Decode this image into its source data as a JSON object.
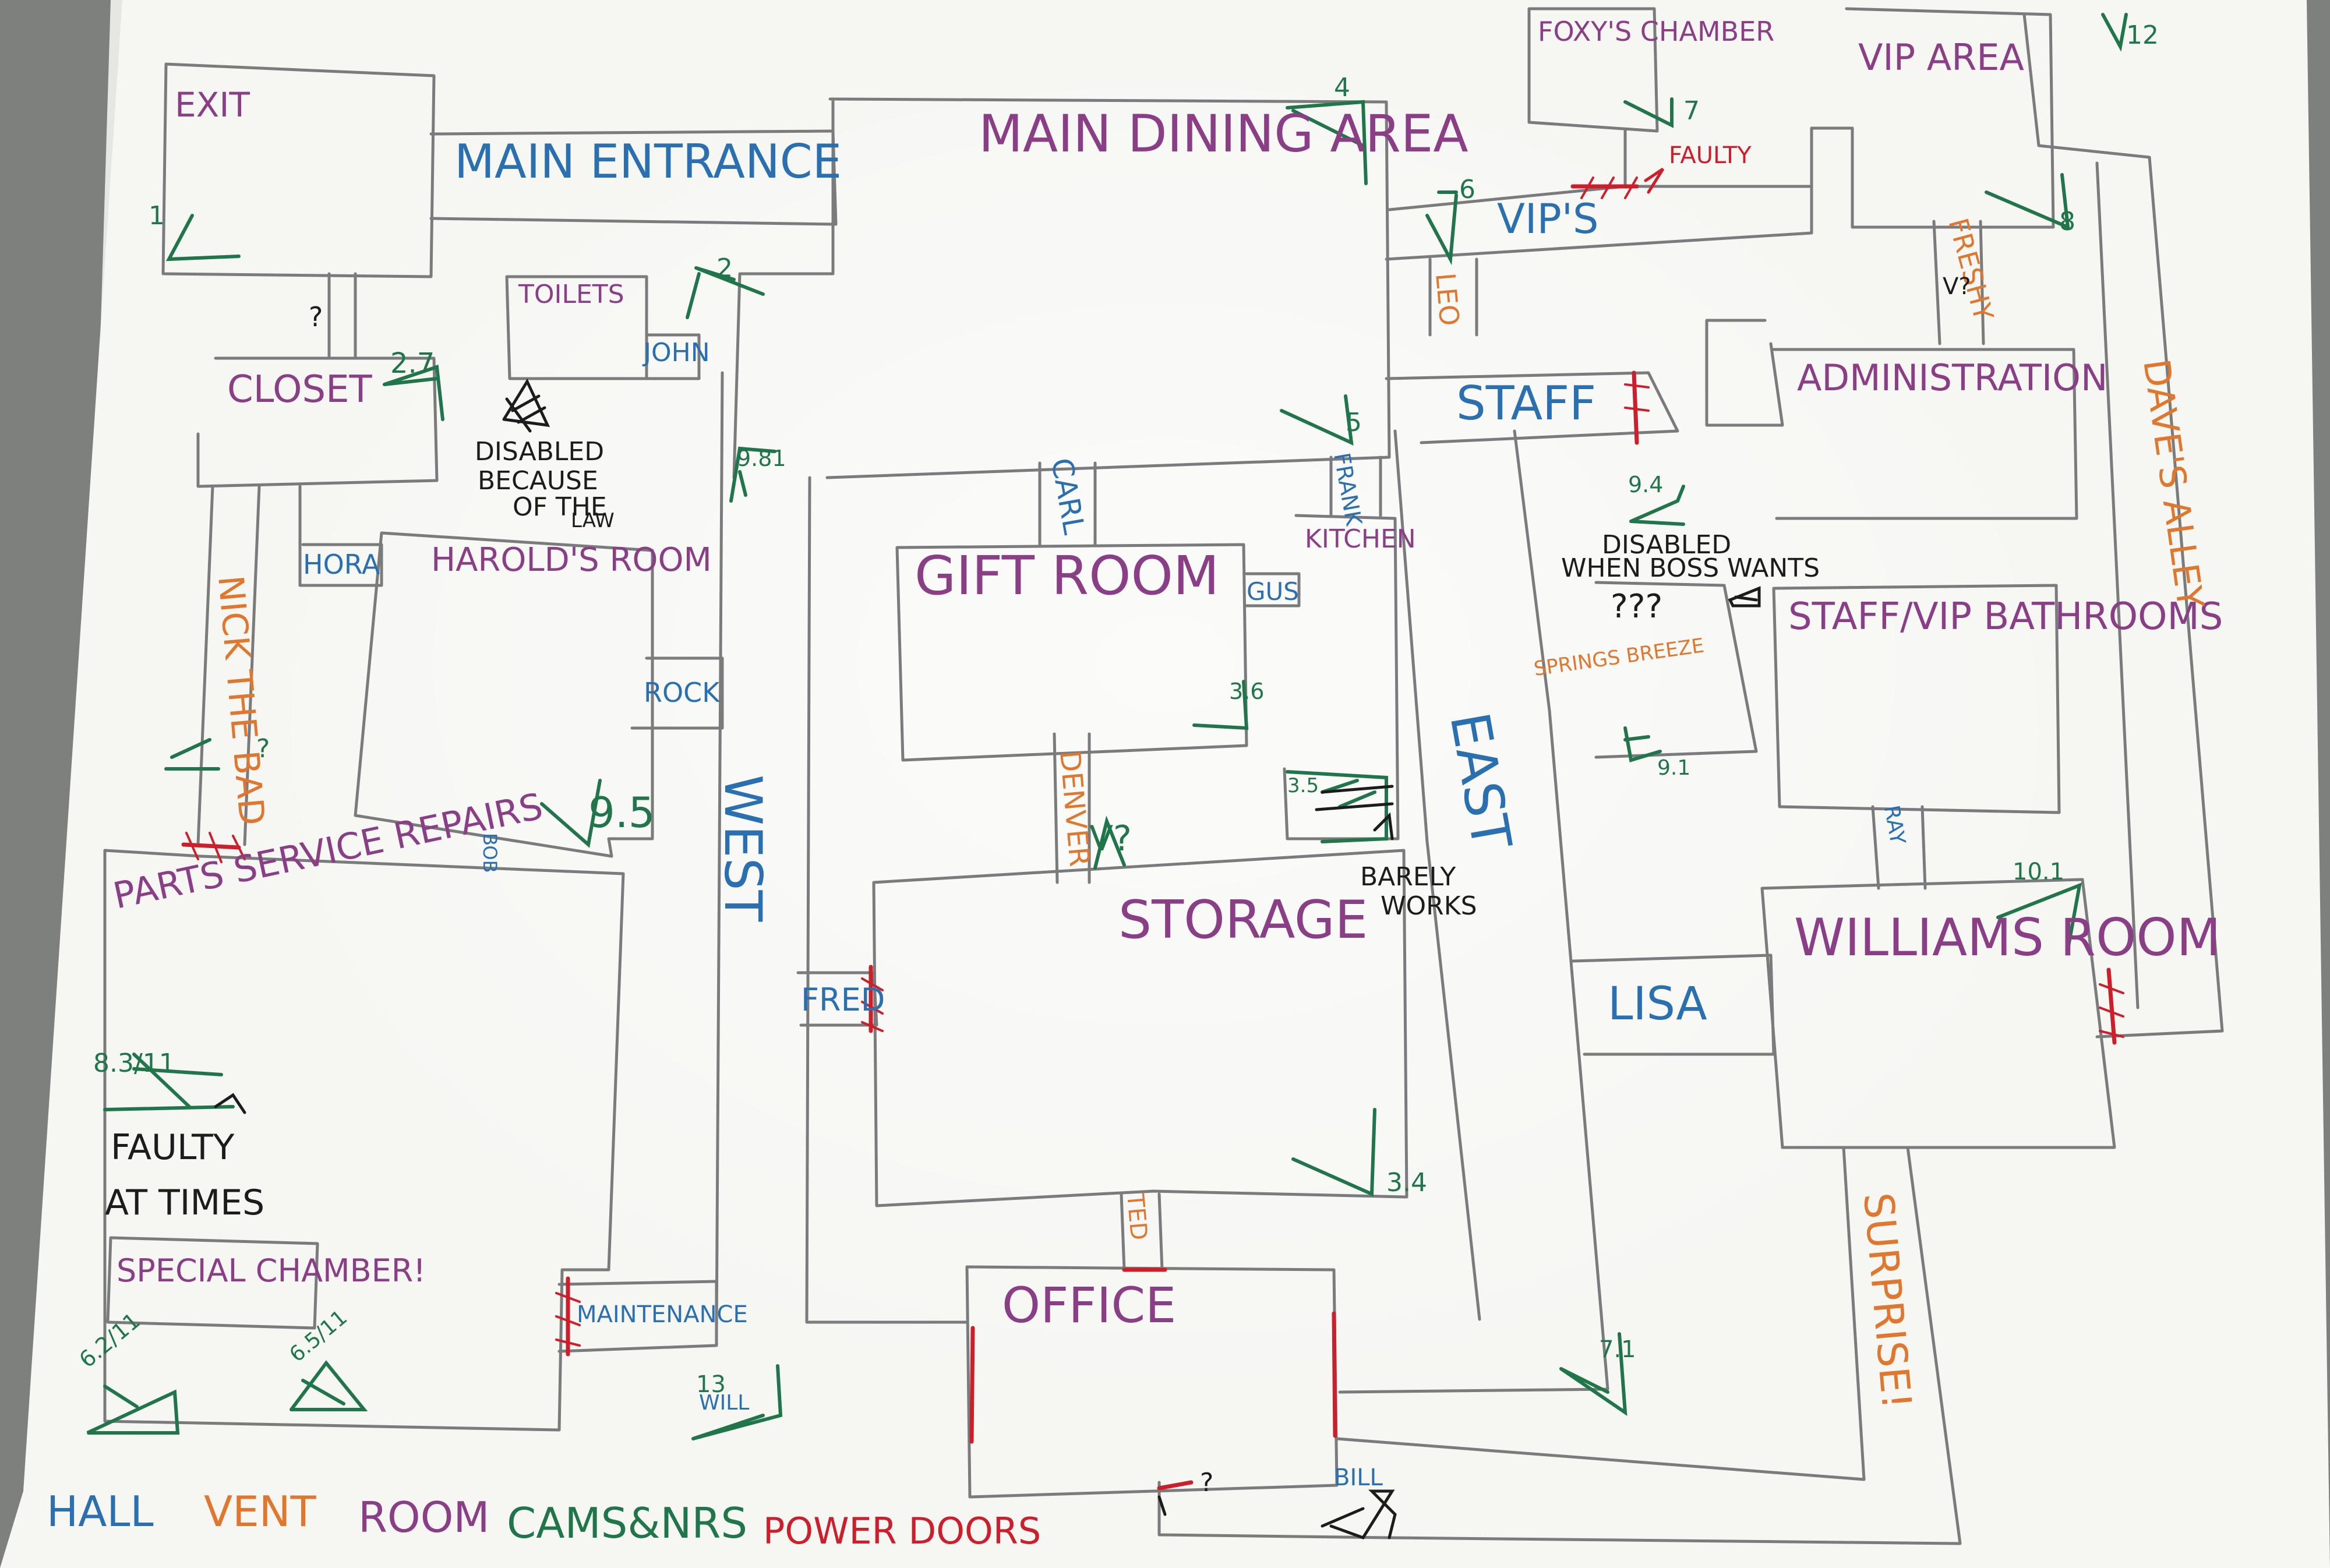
{
  "colors": {
    "hall": "#2a6fb0",
    "vent": "#e0772e",
    "room": "#8a3e86",
    "cam": "#20764a",
    "door": "#cc1f2b",
    "note": "#1c1c1c",
    "wall": "#77787a",
    "paper": "#f7f7f5"
  },
  "rooms": {
    "exit": "EXIT",
    "main_entrance": "MAIN ENTRANCE",
    "main_dining": "MAIN DINING AREA",
    "foxy": "FOXY'S CHAMBER",
    "vip_area": "VIP AREA",
    "closet": "CLOSET",
    "toilets": "TOILETS",
    "harold": "HAROLD'S ROOM",
    "gift": "GIFT ROOM",
    "kitchen": "KITCHEN",
    "administration": "ADMINISTRATION",
    "bathrooms": "STAFF/VIP BATHROOMS",
    "storage": "STORAGE",
    "williams": "WILLIAMS ROOM",
    "parts": "PARTS SERVICE REPAIRS",
    "special": "SPECIAL CHAMBER!",
    "office": "OFFICE",
    "unknown": "???"
  },
  "halls": {
    "vips": "VIP'S",
    "staff": "STAFF",
    "john": "JOHN",
    "hora": "HORA",
    "rock": "ROCK",
    "west": "WEST",
    "east": "EAST",
    "carl": "CARL",
    "gus": "GUS",
    "frank": "FRANK",
    "lisa": "LISA",
    "maintenance": "MAINTENANCE",
    "bob": "BOB",
    "fred": "FRED",
    "ray": "RAY",
    "will": "WILL",
    "bill": "BILL"
  },
  "vents": {
    "leo": "LEO",
    "freshy": "FRESHY",
    "daves_alley": "DAVE'S ALLEY",
    "nick": "NICK THE BAD",
    "denver": "DENVER",
    "ted": "TED",
    "springs": "SPRINGS BREEZE",
    "surprise": "SURPRISE!"
  },
  "cams": {
    "c1": "1",
    "c2": "2",
    "c27": "2.7",
    "c4": "4",
    "c5": "5",
    "c6": "6",
    "c7": "7",
    "c8": "8",
    "c12": "12",
    "c981": "9.81",
    "c36": "3.6",
    "c35": "3.5",
    "c34": "3.4",
    "c95": "9.5",
    "c91": "9.1",
    "c94": "9.4",
    "c101": "10.1",
    "c71": "7.1",
    "c13": "13",
    "c83": "8.3/11",
    "c62": "6.2/11",
    "c65": "6.5/11",
    "q1": "?",
    "q2": "?",
    "q3": "?",
    "v1": "V?",
    "v2": "V?"
  },
  "notes": {
    "disabled_law": [
      "DISABLED",
      "BECAUSE",
      "OF THE",
      "LAW"
    ],
    "disabled_boss": [
      "DISABLED",
      "WHEN BOSS WANTS"
    ],
    "barely": [
      "BARELY",
      "WORKS"
    ],
    "faulty": "FAULTY",
    "faulty_times": [
      "FAULTY",
      "AT TIMES"
    ]
  },
  "legend": {
    "hall": "HALL",
    "vent": "VENT",
    "room": "ROOM",
    "cams": "CAMS&NRS",
    "doors": "POWER DOORS"
  }
}
